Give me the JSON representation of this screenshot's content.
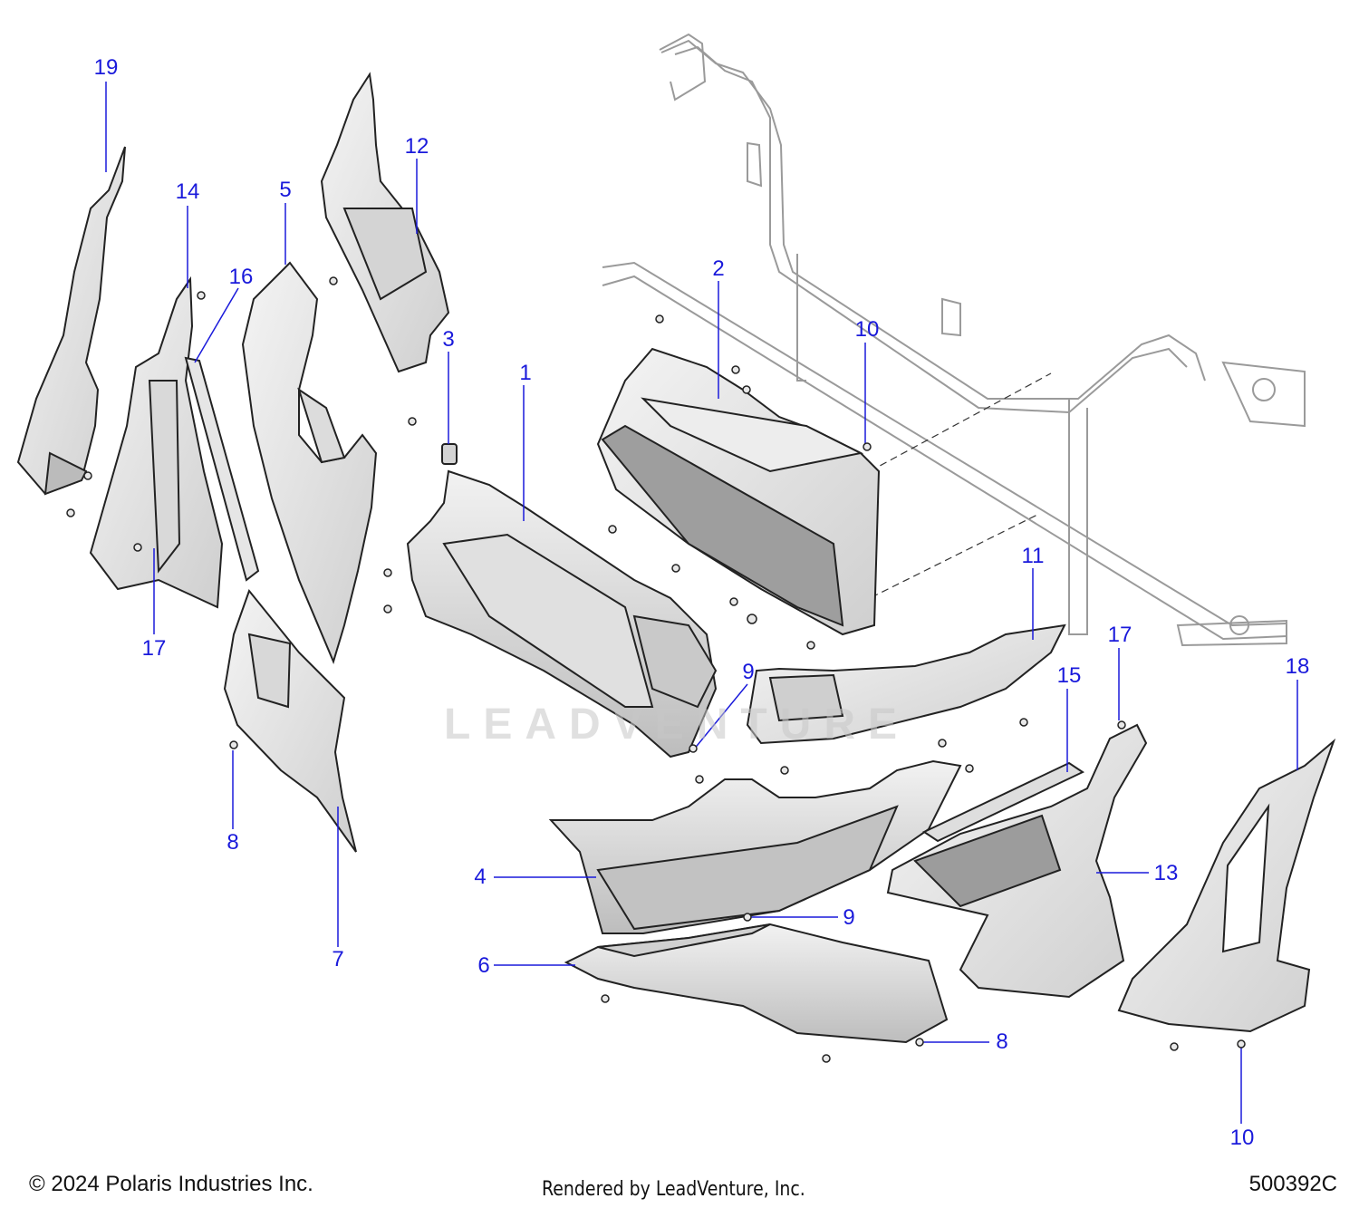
{
  "diagram": {
    "watermark": "LEADVENTURE",
    "callouts": [
      {
        "id": "19",
        "label": "19"
      },
      {
        "id": "14",
        "label": "14"
      },
      {
        "id": "16",
        "label": "16"
      },
      {
        "id": "5",
        "label": "5"
      },
      {
        "id": "12",
        "label": "12"
      },
      {
        "id": "3",
        "label": "3"
      },
      {
        "id": "1",
        "label": "1"
      },
      {
        "id": "2",
        "label": "2"
      },
      {
        "id": "10a",
        "label": "10"
      },
      {
        "id": "17a",
        "label": "17"
      },
      {
        "id": "11",
        "label": "11"
      },
      {
        "id": "17b",
        "label": "17"
      },
      {
        "id": "15",
        "label": "15"
      },
      {
        "id": "18",
        "label": "18"
      },
      {
        "id": "9a",
        "label": "9"
      },
      {
        "id": "8a",
        "label": "8"
      },
      {
        "id": "7",
        "label": "7"
      },
      {
        "id": "4",
        "label": "4"
      },
      {
        "id": "13",
        "label": "13"
      },
      {
        "id": "9b",
        "label": "9"
      },
      {
        "id": "6",
        "label": "6"
      },
      {
        "id": "8b",
        "label": "8"
      },
      {
        "id": "10b",
        "label": "10"
      }
    ]
  },
  "footer": {
    "copyright": "© 2024 Polaris Industries Inc.",
    "rendered_by": "Rendered by LeadVenture, Inc.",
    "document_number": "500392C"
  },
  "colors": {
    "callout": "#1a1adb",
    "part_fill": "#ececec",
    "part_stroke": "#222222",
    "frame_stroke": "#9a9a9a"
  }
}
